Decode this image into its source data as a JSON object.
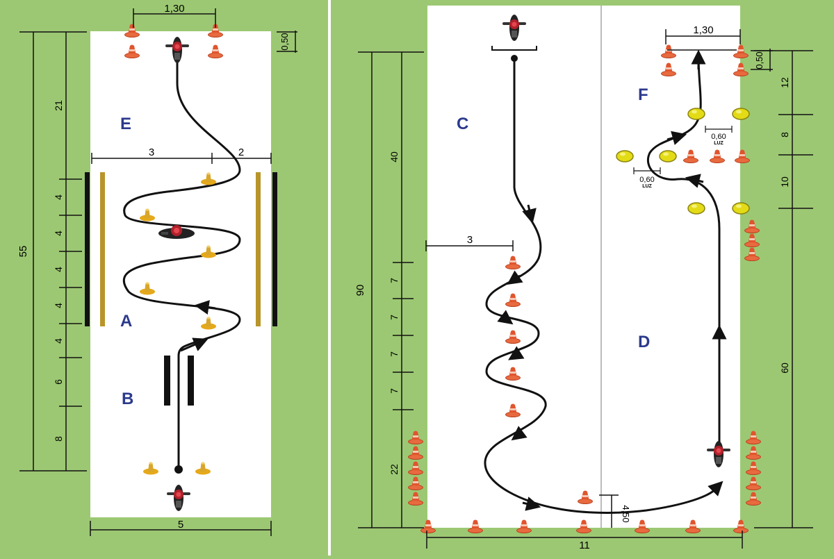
{
  "colors": {
    "grass": "#9cc873",
    "grass_dark": "#86b85f",
    "track": "#ffffff",
    "letter": "#2b3a8c",
    "cone": "#e0552e",
    "cone_yellow": "#f2c233",
    "ball": "#e6dd1c",
    "guide_bar": "#b8952a",
    "line": "#111111"
  },
  "left_panel": {
    "zones": {
      "E": "E",
      "A": "A",
      "B": "B"
    },
    "top_gate_width": "1,30",
    "top_gate_depth": "0,50",
    "width_split_left": "3",
    "width_split_right": "2",
    "bottom_width": "5",
    "total_length": "55",
    "segments": [
      "21",
      "4",
      "4",
      "4",
      "4",
      "4",
      "6",
      "8"
    ]
  },
  "right_panel": {
    "zones": {
      "C": "C",
      "D": "D",
      "F": "F"
    },
    "gate_width": "1,30",
    "gate_depth": "0,50",
    "slalom_offset": "3",
    "total_length": "90",
    "c_segments": [
      "40",
      "7",
      "7",
      "7",
      "7",
      "22"
    ],
    "d_segments": [
      "12",
      "8",
      "10",
      "60"
    ],
    "luz_upper": {
      "value": "0,60",
      "unit": "LUZ"
    },
    "luz_lower": {
      "value": "0,60",
      "unit": "LUZ"
    },
    "bottom_width": "11",
    "end_offset": "4,50"
  }
}
